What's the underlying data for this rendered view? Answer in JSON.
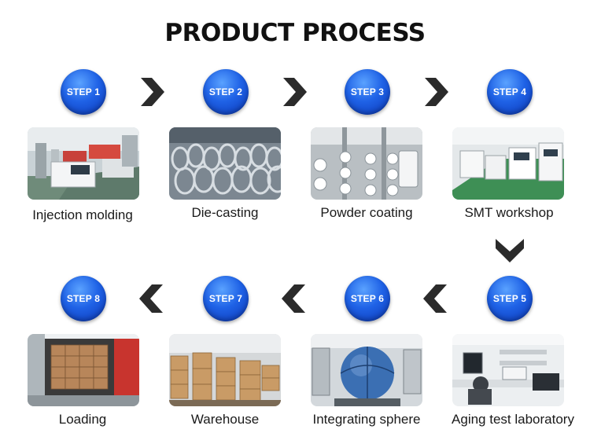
{
  "title": "PRODUCT PROCESS",
  "steps": [
    {
      "badge": "STEP 1",
      "caption": "Injection molding",
      "icon": "injection-molding-photo"
    },
    {
      "badge": "STEP 2",
      "caption": "Die-casting",
      "icon": "die-casting-photo"
    },
    {
      "badge": "STEP 3",
      "caption": "Powder coating",
      "icon": "powder-coating-photo"
    },
    {
      "badge": "STEP 4",
      "caption": "SMT workshop",
      "icon": "smt-workshop-photo"
    },
    {
      "badge": "STEP 5",
      "caption": "Aging test laboratory",
      "icon": "aging-test-photo"
    },
    {
      "badge": "STEP 6",
      "caption": "Integrating sphere",
      "icon": "integrating-sphere-photo"
    },
    {
      "badge": "STEP 7",
      "caption": "Warehouse",
      "icon": "warehouse-photo"
    },
    {
      "badge": "STEP 8",
      "caption": "Loading",
      "icon": "loading-photo"
    }
  ],
  "colors": {
    "badge": "#1f62e6",
    "arrow": "#2b2b2b",
    "title": "#111111"
  }
}
